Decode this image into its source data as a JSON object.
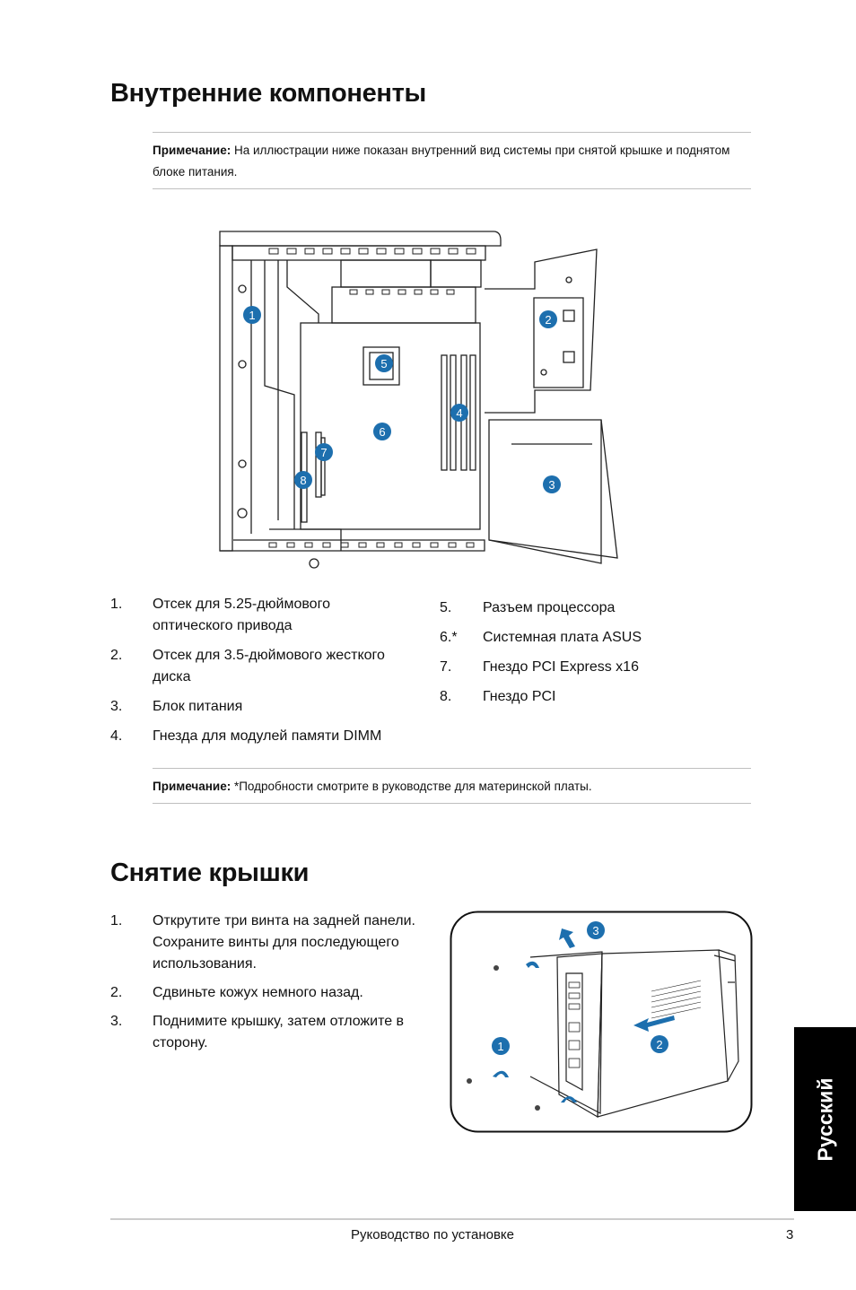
{
  "section1": {
    "title": "Внутренние компоненты",
    "note": {
      "label": "Примечание:",
      "text": " На иллюстрации ниже показан внутренний вид системы при снятой крышке и поднятом блоке питания."
    },
    "callouts": [
      "1",
      "2",
      "3",
      "4",
      "5",
      "6",
      "7",
      "8"
    ],
    "items_left": [
      {
        "num": "1.",
        "text": "Отсек для 5.25-дюймового оптического привода"
      },
      {
        "num": "2.",
        "text": "Отсек для 3.5-дюймового жесткого диска"
      },
      {
        "num": "3.",
        "text": "Блок питания"
      },
      {
        "num": "4.",
        "text": "Гнезда для модулей памяти DIMM"
      }
    ],
    "items_right": [
      {
        "num": "5.",
        "text": "Разъем процессора"
      },
      {
        "num": "6.*",
        "text": "Системная плата ASUS"
      },
      {
        "num": "7.",
        "text": "Гнездо PCI Express x16"
      },
      {
        "num": "8.",
        "text": "Гнездо PCI"
      }
    ],
    "note2": {
      "label": "Примечание:",
      "text": " *Подробности смотрите в руководстве для материнской платы."
    }
  },
  "section2": {
    "title": "Снятие крышки",
    "steps": [
      {
        "num": "1.",
        "text": "Открутите три винта на задней панели. Сохраните винты для последующего использования."
      },
      {
        "num": "2.",
        "text": "Сдвиньте кожух немного назад."
      },
      {
        "num": "3.",
        "text": "Поднимите крышку, затем отложите в сторону."
      }
    ],
    "callouts": [
      "1",
      "2",
      "3"
    ]
  },
  "side_tab": "Русский",
  "footer": {
    "text": "Руководство по установке",
    "page": "3"
  },
  "colors": {
    "accent": "#1d6fae",
    "tab_bg": "#000000"
  }
}
